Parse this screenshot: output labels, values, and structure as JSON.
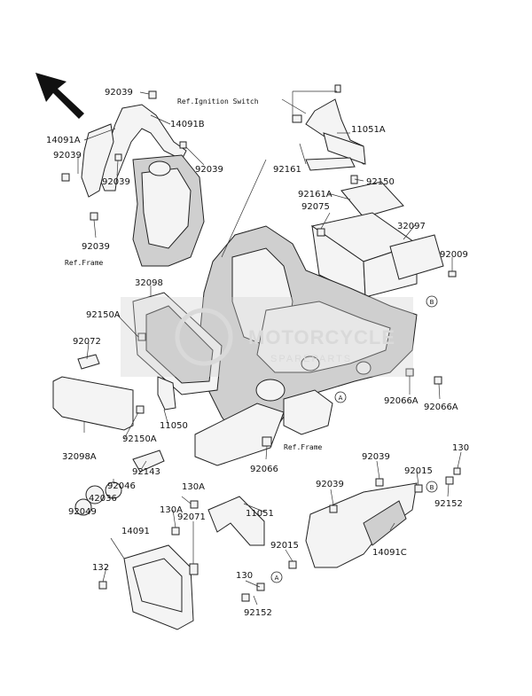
{
  "diagram": {
    "watermark": {
      "brand": "MOTORCYCLE",
      "sub": "SPAREPARTS"
    },
    "refs": {
      "ignition": "Ref.Ignition Switch",
      "frame_left": "Ref.Frame",
      "frame_center": "Ref.Frame"
    },
    "markers": {
      "a1": "A",
      "a2": "A",
      "b1": "B",
      "b2": "B"
    },
    "labels": {
      "p92039_top": "92039",
      "p14091b": "14091B",
      "p14091a": "14091A",
      "p92039_l": "92039",
      "p92039_mid": "92039",
      "p92039_r": "92039",
      "p92039_bot": "92039",
      "p11051a": "11051A",
      "p92161": "92161",
      "p92150": "92150",
      "p92161a": "92161A",
      "p92075": "92075",
      "p32097": "32097",
      "p92009": "92009",
      "p32098": "32098",
      "p92150a_1": "92150A",
      "p92072": "92072",
      "p11050": "11050",
      "p92150a_2": "92150A",
      "p32098a": "32098A",
      "p92066a_1": "92066A",
      "p92066a_2": "92066A",
      "p92066": "92066",
      "p92143": "92143",
      "p92046": "92046",
      "p42036": "42036",
      "p92049": "92049",
      "p130a_1": "130A",
      "p130a_2": "130A",
      "p11051": "11051",
      "p14091": "14091",
      "p92071": "92071",
      "p132": "132",
      "p92039_lr1": "92039",
      "p92039_lr2": "92039",
      "p92015_1": "92015",
      "p130_r": "130",
      "p92152_r": "92152",
      "p92015_2": "92015",
      "p14091c": "14091C",
      "p130_b": "130",
      "p92152_b": "92152"
    }
  }
}
